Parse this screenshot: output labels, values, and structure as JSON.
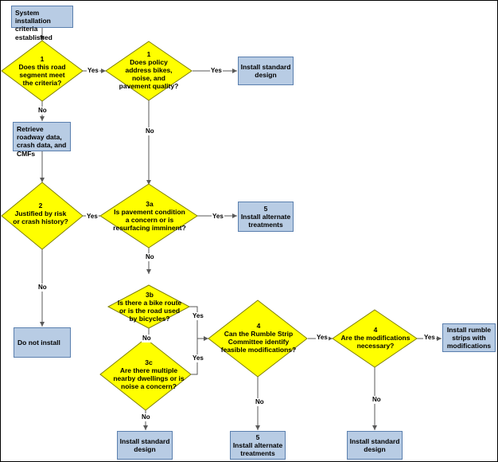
{
  "colors": {
    "process_fill": "#b8cce4",
    "process_border": "#5a7fae",
    "decision_fill": "#ffff00",
    "decision_border": "#7f7f00",
    "connector": "#595959"
  },
  "processes": {
    "start": "System installation criteria established",
    "install_standard_top": "Install standard design",
    "retrieve": "Retrieve roadway data, crash data, and CMFs",
    "install_alt_1_num": "5",
    "install_alt_1": "Install alternate treatments",
    "do_not_install": "Do not install",
    "install_rumble": "Install rumble strips with modifications",
    "install_standard_bottom_left": "Install standard design",
    "install_alt_2_num": "5",
    "install_alt_2": "Install alternate treatments",
    "install_standard_bottom_right": "Install standard design"
  },
  "decisions": {
    "d1a": {
      "num": "1",
      "question": "Does this road segment meet the criteria?"
    },
    "d1b": {
      "num": "1",
      "question": "Does policy address bikes, noise, and pavement quality?"
    },
    "d2": {
      "num": "2",
      "question": "Justified by risk or crash history?"
    },
    "d3a": {
      "num": "3a",
      "question": "Is pavement condition a concern or is resurfacing imminent?"
    },
    "d3b": {
      "num": "3b",
      "question": "Is there a bike route or is the road used by bicycles?"
    },
    "d3c": {
      "num": "3c",
      "question": "Are there multiple nearby dwellings or is noise a concern?"
    },
    "d4a": {
      "num": "4",
      "question": "Can the Rumble Strip Committee identify feasible modifications?"
    },
    "d4b": {
      "num": "4",
      "question": "Are the modifications necessary?"
    }
  },
  "labels": {
    "yes": "Yes",
    "no": "No"
  }
}
